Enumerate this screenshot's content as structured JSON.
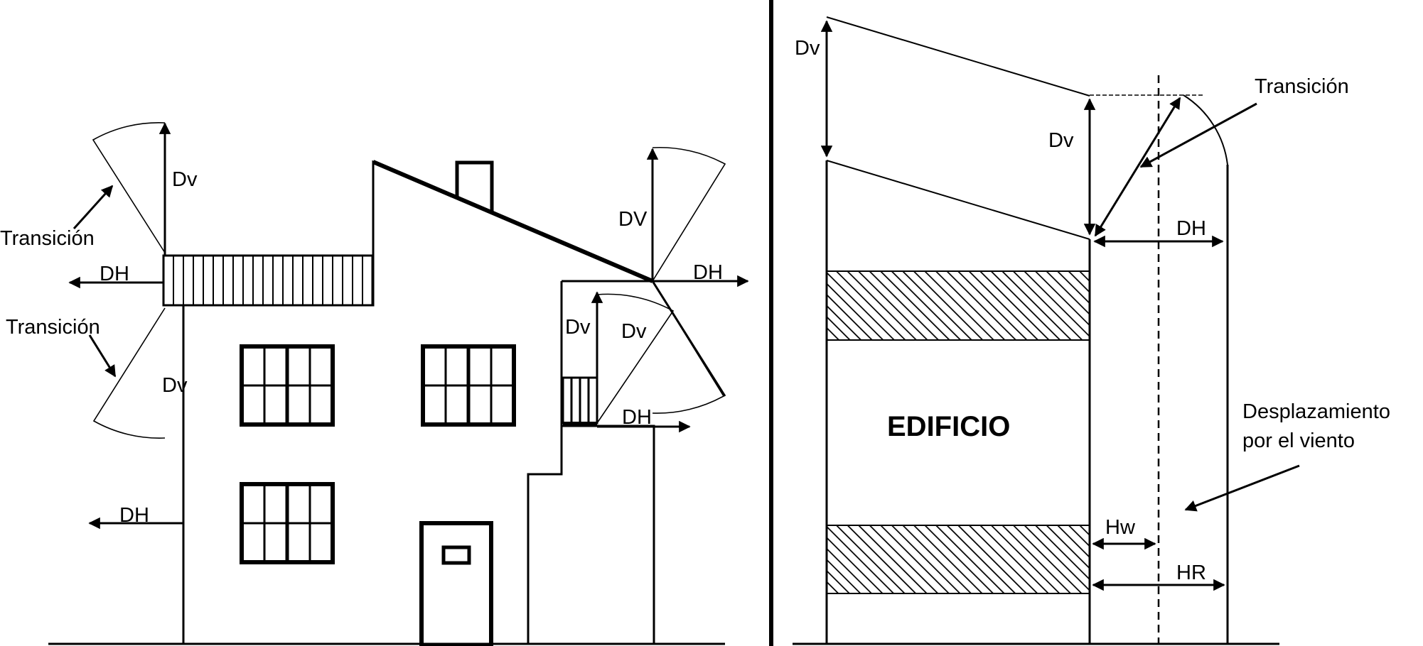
{
  "left_panel": {
    "dv_top_left": "Dv",
    "transition_upper": "Transición",
    "dh_mid_left": "DH",
    "transition_lower": "Transición",
    "dv_lower_left": "Dv",
    "dh_bottom_left": "DH",
    "dv_ridge": "DV",
    "dh_ridge": "DH",
    "dv_balcony": "Dv",
    "dv_balcony_diag": "Dv",
    "dh_balcony": "DH"
  },
  "right_panel": {
    "dv_outer": "Dv",
    "dv_inner": "Dv",
    "transition": "Transición",
    "dh": "DH",
    "building_label": "EDIFICIO",
    "wind_line1": "Desplazamiento",
    "wind_line2": "por el viento",
    "hw": "Hw",
    "hr": "HR"
  },
  "colors": {
    "ink": "#000000",
    "background": "#ffffff"
  }
}
